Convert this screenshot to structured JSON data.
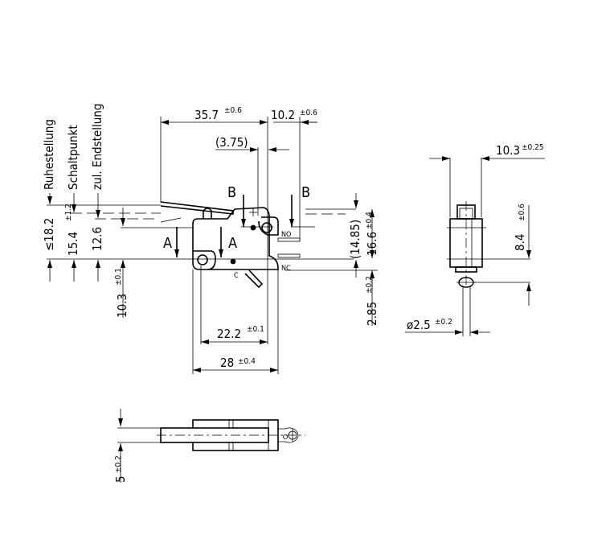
{
  "drawing": {
    "labels": {
      "rest_position": "Ruhestellung",
      "switching_point": "Schaltpunkt",
      "end_position": "zul. Endstellung",
      "no": "NO",
      "nc": "NC",
      "c": "C",
      "a": "A",
      "b": "B"
    },
    "dimensions": {
      "lever_length": {
        "value": "35.7",
        "tol": "±0.6"
      },
      "lever_offset": {
        "value": "10.2",
        "tol": "±0.6"
      },
      "ref_offset": {
        "value": "(3.75)"
      },
      "max_height": {
        "value": "≤18.2"
      },
      "switch_point_height": {
        "value": "15.4",
        "tol": "±1.2"
      },
      "end_height": {
        "value": "12.6"
      },
      "base_height": {
        "value": "10.3",
        "tol": "±0.1"
      },
      "hole_spacing": {
        "value": "22.2",
        "tol": "±0.1"
      },
      "body_length": {
        "value": "28",
        "tol": "±0.4"
      },
      "ref_height": {
        "value": "(14.85)"
      },
      "body_height": {
        "value": "16.6",
        "tol": "±0.4"
      },
      "hole_offset": {
        "value": "2.85",
        "tol": "±0.2"
      },
      "side_width": {
        "value": "10.3",
        "tol": "±0.25"
      },
      "side_height": {
        "value": "8.4",
        "tol": "±0.6"
      },
      "hole_diameter": {
        "value": "ø2.5",
        "tol": "±0.2"
      },
      "thickness": {
        "value": "5",
        "tol": "±0.2"
      }
    }
  }
}
